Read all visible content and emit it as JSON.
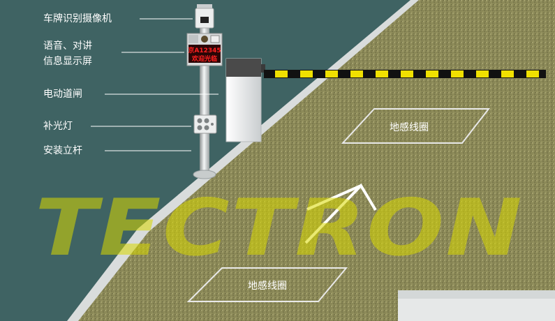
{
  "labels": {
    "camera": "车牌识别摄像机",
    "display_line1": "语音、对讲",
    "display_line2": "信息显示屏",
    "gate": "电动道闸",
    "light": "补光灯",
    "pole": "安装立杆"
  },
  "loops": {
    "upper": "地感线圈",
    "lower": "地感线圈"
  },
  "display_screen": {
    "line1": "京A12345",
    "line2": "欢迎光临"
  },
  "watermark": "TECTRON",
  "colors": {
    "background": "#3f6363",
    "road": "#8c8a55",
    "barrier_stripe": "#f0e000",
    "watermark": "#d8d800"
  }
}
